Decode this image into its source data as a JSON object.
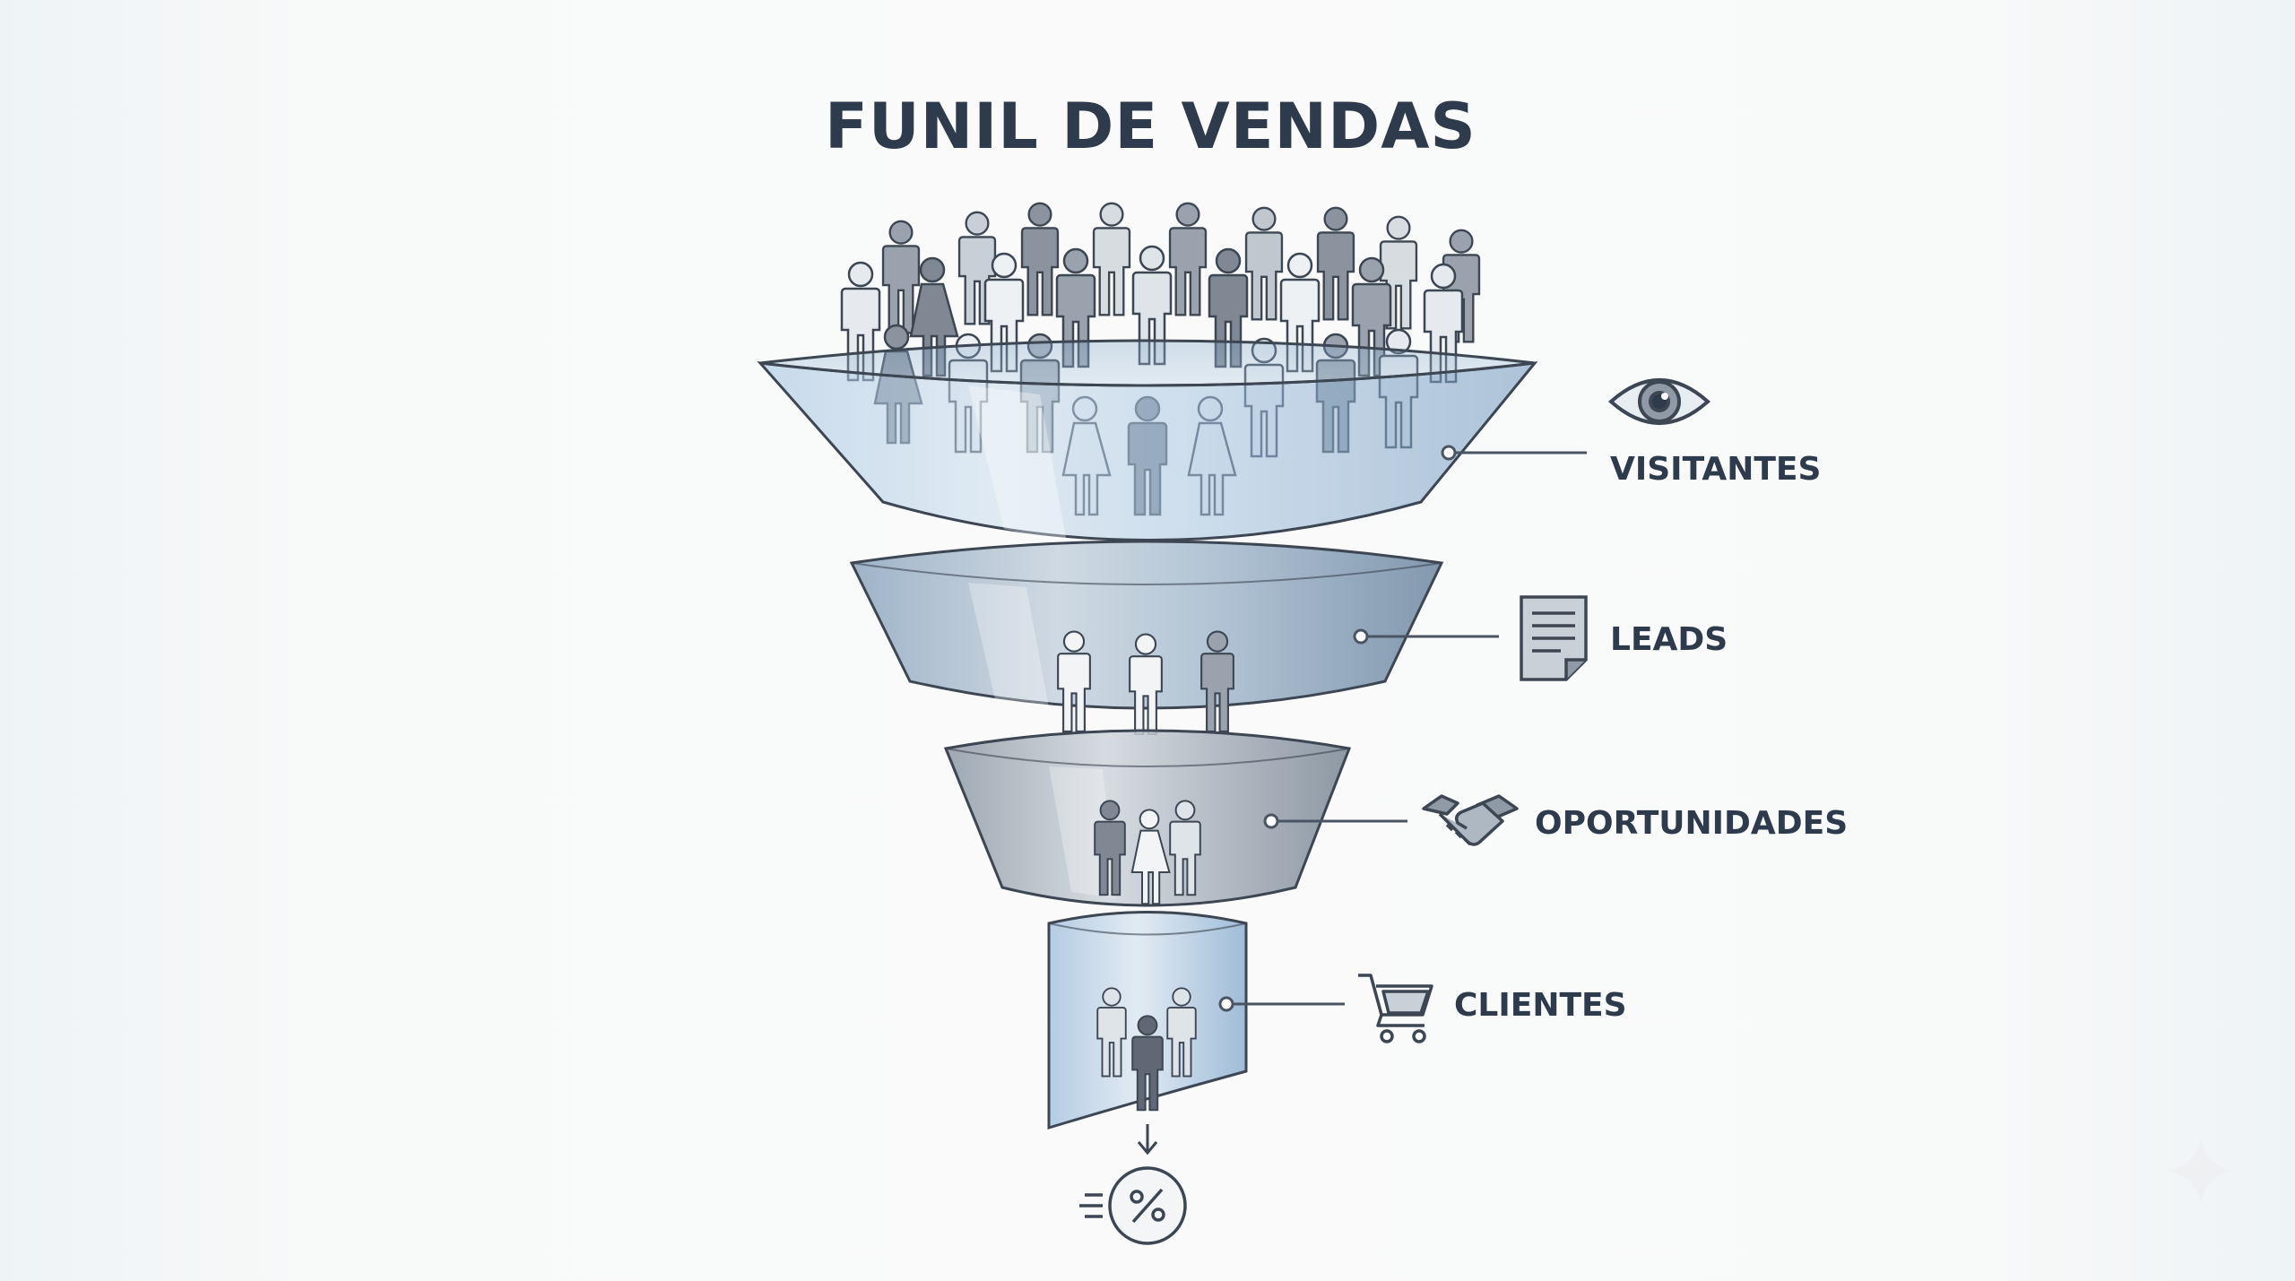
{
  "title": "FUNIL DE VENDAS",
  "stages": [
    {
      "id": "visitantes",
      "label": "VISITANTES",
      "icon": "eye-icon"
    },
    {
      "id": "leads",
      "label": "LEADS",
      "icon": "document-icon"
    },
    {
      "id": "oportunidades",
      "label": "OPORTUNIDADES",
      "icon": "handshake-icon"
    },
    {
      "id": "clientes",
      "label": "CLIENTES",
      "icon": "shopping-cart-icon"
    }
  ],
  "footer_icon": "percent-conversion-icon",
  "colors": {
    "text": "#2e3b4c",
    "funnel_blue": "#8fb6d6",
    "funnel_grey": "#9aa9b6",
    "line": "#4a5563"
  }
}
